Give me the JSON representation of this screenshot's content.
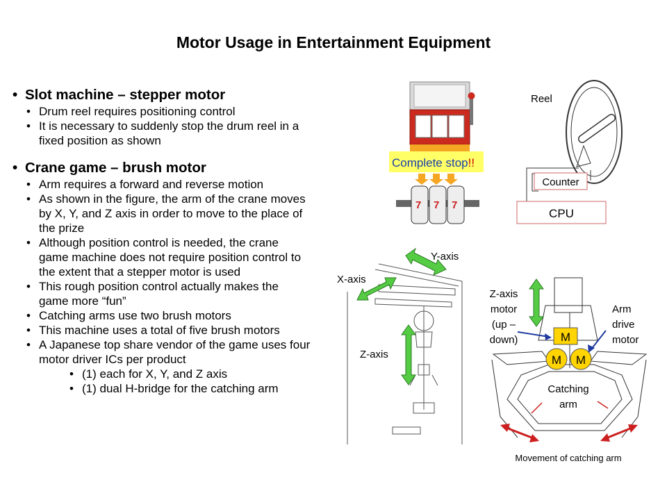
{
  "title": "Motor Usage in Entertainment Equipment",
  "sections": [
    {
      "heading": "Slot machine – stepper motor",
      "items": [
        "Drum reel requires positioning  control",
        "It is necessary to suddenly  stop the drum reel in a fixed position as shown"
      ]
    },
    {
      "heading": " Crane game – brush motor",
      "items": [
        "Arm requires a forward and reverse motion",
        "As shown in the figure, the arm of the crane moves by X, Y, and Z axis in order to move to the place of the prize",
        "Although  position control is needed, the crane game machine  does not require position control to the extent that a stepper motor is used",
        "This rough position control actually makes the game more “fun”",
        "Catching arms use two brush motors",
        "This machine  uses a total of five brush motors",
        "A Japanese top share vendor of the game uses four motor driver ICs per product"
      ],
      "subitems": [
        "(1) each for X, Y, and Z axis",
        "(1) dual H-bridge for the catching arm"
      ]
    }
  ],
  "slot_figure": {
    "complete_stop": "Complete stop",
    "exclaim": "!!",
    "reel_label": "Reel",
    "counter_label": "Counter",
    "cpu_label": "CPU",
    "colors": {
      "highlight": "#ffff66",
      "stop_text": "#1a3fa8",
      "exclaim": "#cc0000",
      "box_border": "#cc6666"
    }
  },
  "crane_figure": {
    "y_axis": "Y-axis",
    "x_axis": "X-axis",
    "z_axis": "Z-axis",
    "colors": {
      "arrow": "#55cc44"
    }
  },
  "arm_figure": {
    "z_motor_lines": [
      "Z-axis",
      "motor",
      "(up –",
      "down)"
    ],
    "arm_drive_lines": [
      "Arm",
      "drive",
      "motor"
    ],
    "catching_lines": [
      "Catching",
      "arm"
    ],
    "motor_letter": "M",
    "movement_label": "Movement of catching arm",
    "colors": {
      "motor": "#ffd400",
      "pointer": "#1f3aa0",
      "red": "#cc1f1f",
      "green": "#55cc44"
    }
  }
}
